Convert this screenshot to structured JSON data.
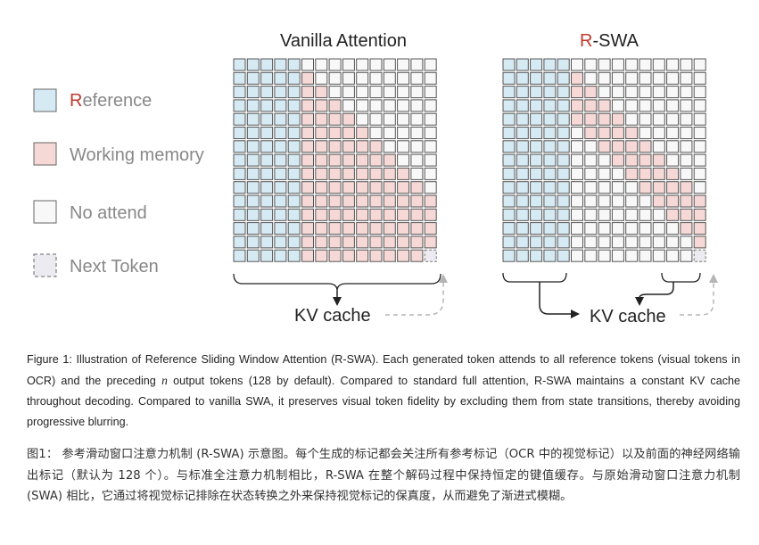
{
  "figure": {
    "panel_left": {
      "title": "Vanilla Attention"
    },
    "panel_right": {
      "title_accent": "R",
      "title_rest": "-SWA"
    },
    "legend": [
      {
        "key": "reference",
        "accent": "R",
        "rest": "eference"
      },
      {
        "key": "working",
        "label": "Working memory"
      },
      {
        "key": "noattend",
        "label": "No attend"
      },
      {
        "key": "next",
        "label": "Next Token"
      }
    ],
    "kv_label": "KV cache",
    "colors": {
      "reference": "#d6eaf4",
      "working": "#f6d9d6",
      "noattend": "#f8f8f8",
      "next": "#ecebf2",
      "accent_red": "#c0392b",
      "legend_text": "#888888"
    },
    "grid": {
      "rows": 15,
      "cols": 15,
      "reference_cols": 5,
      "window_tokens": 4
    }
  },
  "caption_en": {
    "prefix": "Figure 1: Illustration of Reference Sliding Window Attention (R-SWA). Each generated token attends to all reference tokens (visual tokens in OCR) and the preceding",
    "variable": "n",
    "suffix": "output tokens (128 by default). Compared to standard full attention, R-SWA maintains a constant KV cache throughout decoding. Compared to vanilla SWA, it preserves visual token fidelity by excluding them from state transitions, thereby avoiding progressive blurring."
  },
  "caption_zh": "图1：  参考滑动窗口注意力机制 (R-SWA) 示意图。每个生成的标记都会关注所有参考标记（OCR 中的视觉标记）以及前面的神经网络输出标记（默认为 128 个）。与标准全注意力机制相比，R-SWA 在整个解码过程中保持恒定的键值缓存。与原始滑动窗口注意力机制 (SWA) 相比，它通过将视觉标记排除在状态转换之外来保持视觉标记的保真度，从而避免了渐进式模糊。"
}
